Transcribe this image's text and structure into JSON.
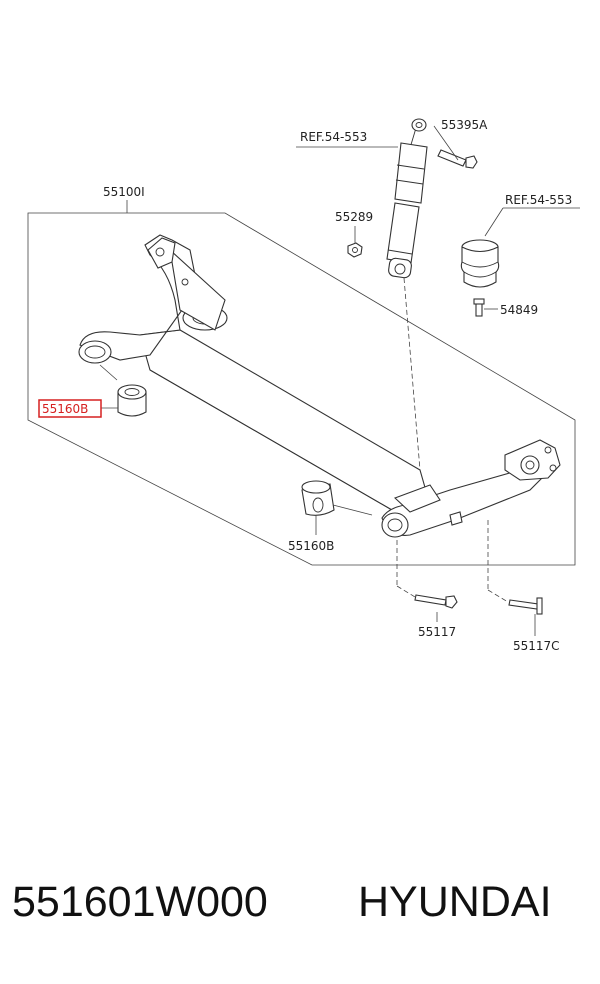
{
  "labels": {
    "ref_shock": "REF.54-553",
    "ref_bumper": "REF.54-553",
    "p55395A": "55395A",
    "p55289": "55289",
    "p54849": "54849",
    "p55100": "55100I",
    "p55160B_highlight": "55160B",
    "p55160B": "55160B",
    "p55117": "55117",
    "p55117C": "55117C"
  },
  "footer": {
    "part_number": "551601W000",
    "brand": "HYUNDAI"
  },
  "colors": {
    "highlight": "#d62020",
    "line": "#333333",
    "background": "#ffffff"
  }
}
